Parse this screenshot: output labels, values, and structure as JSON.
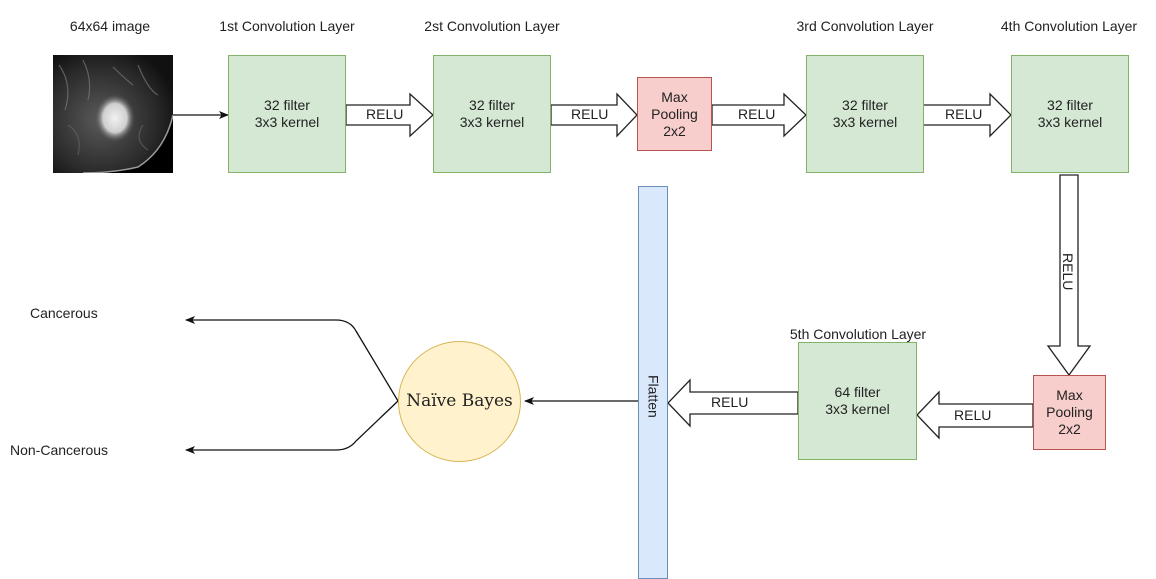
{
  "titles": {
    "image": "64x64 image",
    "conv1": "1st Convolution Layer",
    "conv2": "2st Convolution Layer",
    "conv3": "3rd Convolution Layer",
    "conv4": "4th Convolution Layer",
    "conv5": "5th Convolution Layer"
  },
  "boxes": {
    "conv1": {
      "line1": "32 filter",
      "line2": "3x3 kernel"
    },
    "conv2": {
      "line1": "32 filter",
      "line2": "3x3 kernel"
    },
    "pool1": {
      "line1": "Max",
      "line2": "Pooling",
      "line3": "2x2"
    },
    "conv3": {
      "line1": "32 filter",
      "line2": "3x3 kernel"
    },
    "conv4": {
      "line1": "32 filter",
      "line2": "3x3 kernel"
    },
    "pool2": {
      "line1": "Max",
      "line2": "Pooling",
      "line3": "2x2"
    },
    "conv5": {
      "line1": "64 filter",
      "line2": "3x3 kernel"
    }
  },
  "arrows": {
    "relu1": "RELU",
    "relu2": "RELU",
    "relu3": "RELU",
    "relu4": "RELU",
    "relu_down": "RELU",
    "relu5": "RELU",
    "relu6": "RELU"
  },
  "flatten": "Flatten",
  "classifier": "Naïve Bayes",
  "outputs": {
    "cancerous": "Cancerous",
    "non_cancerous": "Non-Cancerous"
  },
  "colors": {
    "conv_fill": "#d5e8d4",
    "conv_stroke": "#82b366",
    "pool_fill": "#f8cecc",
    "pool_stroke": "#b85450",
    "flatten_fill": "#dae8fc",
    "flatten_stroke": "#6c8ebf",
    "classifier_fill": "#fff2cc",
    "classifier_stroke": "#d6b656"
  }
}
